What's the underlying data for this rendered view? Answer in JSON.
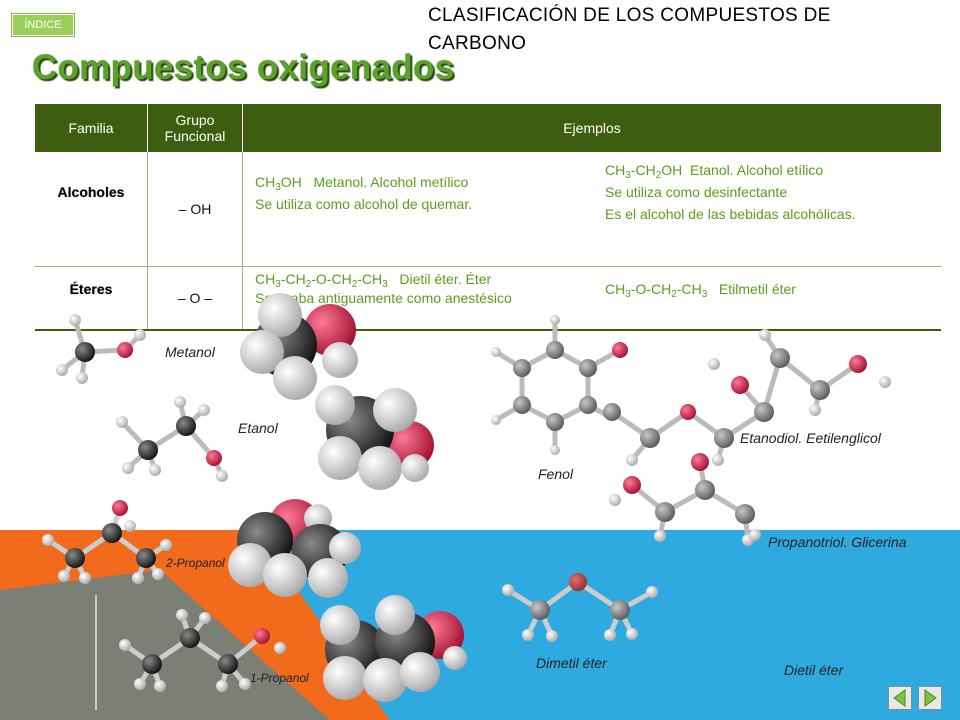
{
  "header": {
    "index_button": "ÍNDICE",
    "section_title": "CLASIFICACIÓN DE LOS COMPUESTOS DE CARBONO",
    "main_title": "Compuestos oxigenados"
  },
  "table": {
    "headers": [
      "Familia",
      "Grupo Funcional",
      "Ejemplos"
    ],
    "rows": [
      {
        "family": "Alcoholes",
        "group": "– OH",
        "left_examples": [
          "Metanol. Alcohol metílico",
          "Se utiliza como alcohol de quemar."
        ],
        "right_examples": [
          "Etanol. Alcohol etílico",
          "Se utiliza como desinfectante",
          "Es el alcohol de las bebidas alcohólicas."
        ]
      },
      {
        "family": "Éteres",
        "group": "– O –",
        "left_examples": [
          "Dietil éter.  Éter",
          "Se usaba antiguamente como anestésico"
        ],
        "right_examples": [
          "Etilmetil éter"
        ]
      }
    ]
  },
  "labels": {
    "metanol": "Metanol",
    "etanol": "Etanol",
    "fenol": "Fenol",
    "etanodiol": "Etanodiol. Eetilenglicol",
    "propanotriol": "Propanotriol. Glicerina",
    "propanol2": "2-Propanol",
    "propanol1": "1-Propanol",
    "dimetil": "Dimetil éter",
    "dietil": "Dietil éter"
  },
  "colors": {
    "title_green": "#5aa22a",
    "header_green": "#3c5e0e",
    "example_green": "#5a9e1c",
    "orange": "#f26a1b",
    "blue": "#29a8df",
    "oxygen": "#d81e4a",
    "carbon": "#3a3a3a",
    "hydrogen": "#e6e6e6"
  },
  "icons": [
    "arrow-left-icon",
    "arrow-right-icon"
  ]
}
